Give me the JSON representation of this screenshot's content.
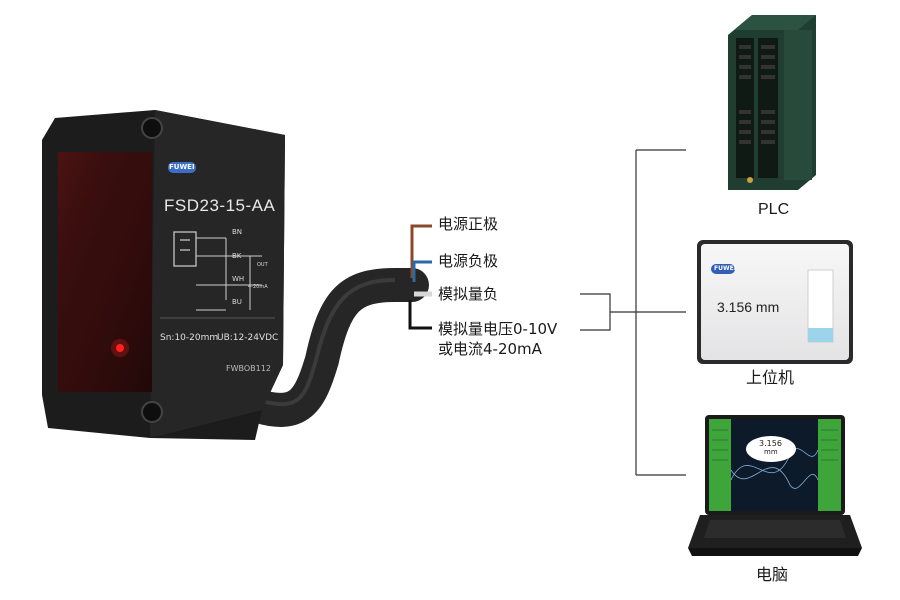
{
  "sensor": {
    "brand": "FUWEI",
    "model": "FSD23-15-AA",
    "wire_labels": [
      "BN",
      "BK",
      "WH",
      "BU"
    ],
    "out_label": "OUT",
    "current_label": "4-20mA",
    "spec_range": "Sn:10-20mm",
    "spec_voltage": "UB:12-24VDC",
    "serial": "FWBOB112"
  },
  "wires": [
    {
      "label": "电源正极",
      "color": "#8a4a2a"
    },
    {
      "label": "电源负极",
      "color": "#2a6aa8"
    },
    {
      "label": "模拟量负",
      "color": "#d8d8d8"
    },
    {
      "label": "模拟量电压0-10V",
      "color": "#111111"
    }
  ],
  "wire_label_line2": "或电流4-20mA",
  "devices": {
    "plc": {
      "label": "PLC"
    },
    "host": {
      "label": "上位机",
      "brand": "FUWEI",
      "reading": "3.156 mm"
    },
    "pc": {
      "label": "电脑",
      "reading_value": "3.156",
      "reading_unit": "mm"
    }
  },
  "colors": {
    "sensor_body": "#1c1c1c",
    "lens": "#3a0e0e",
    "led": "#ff2020",
    "cable": "#1e1e1e",
    "connector_line": "#333333"
  }
}
